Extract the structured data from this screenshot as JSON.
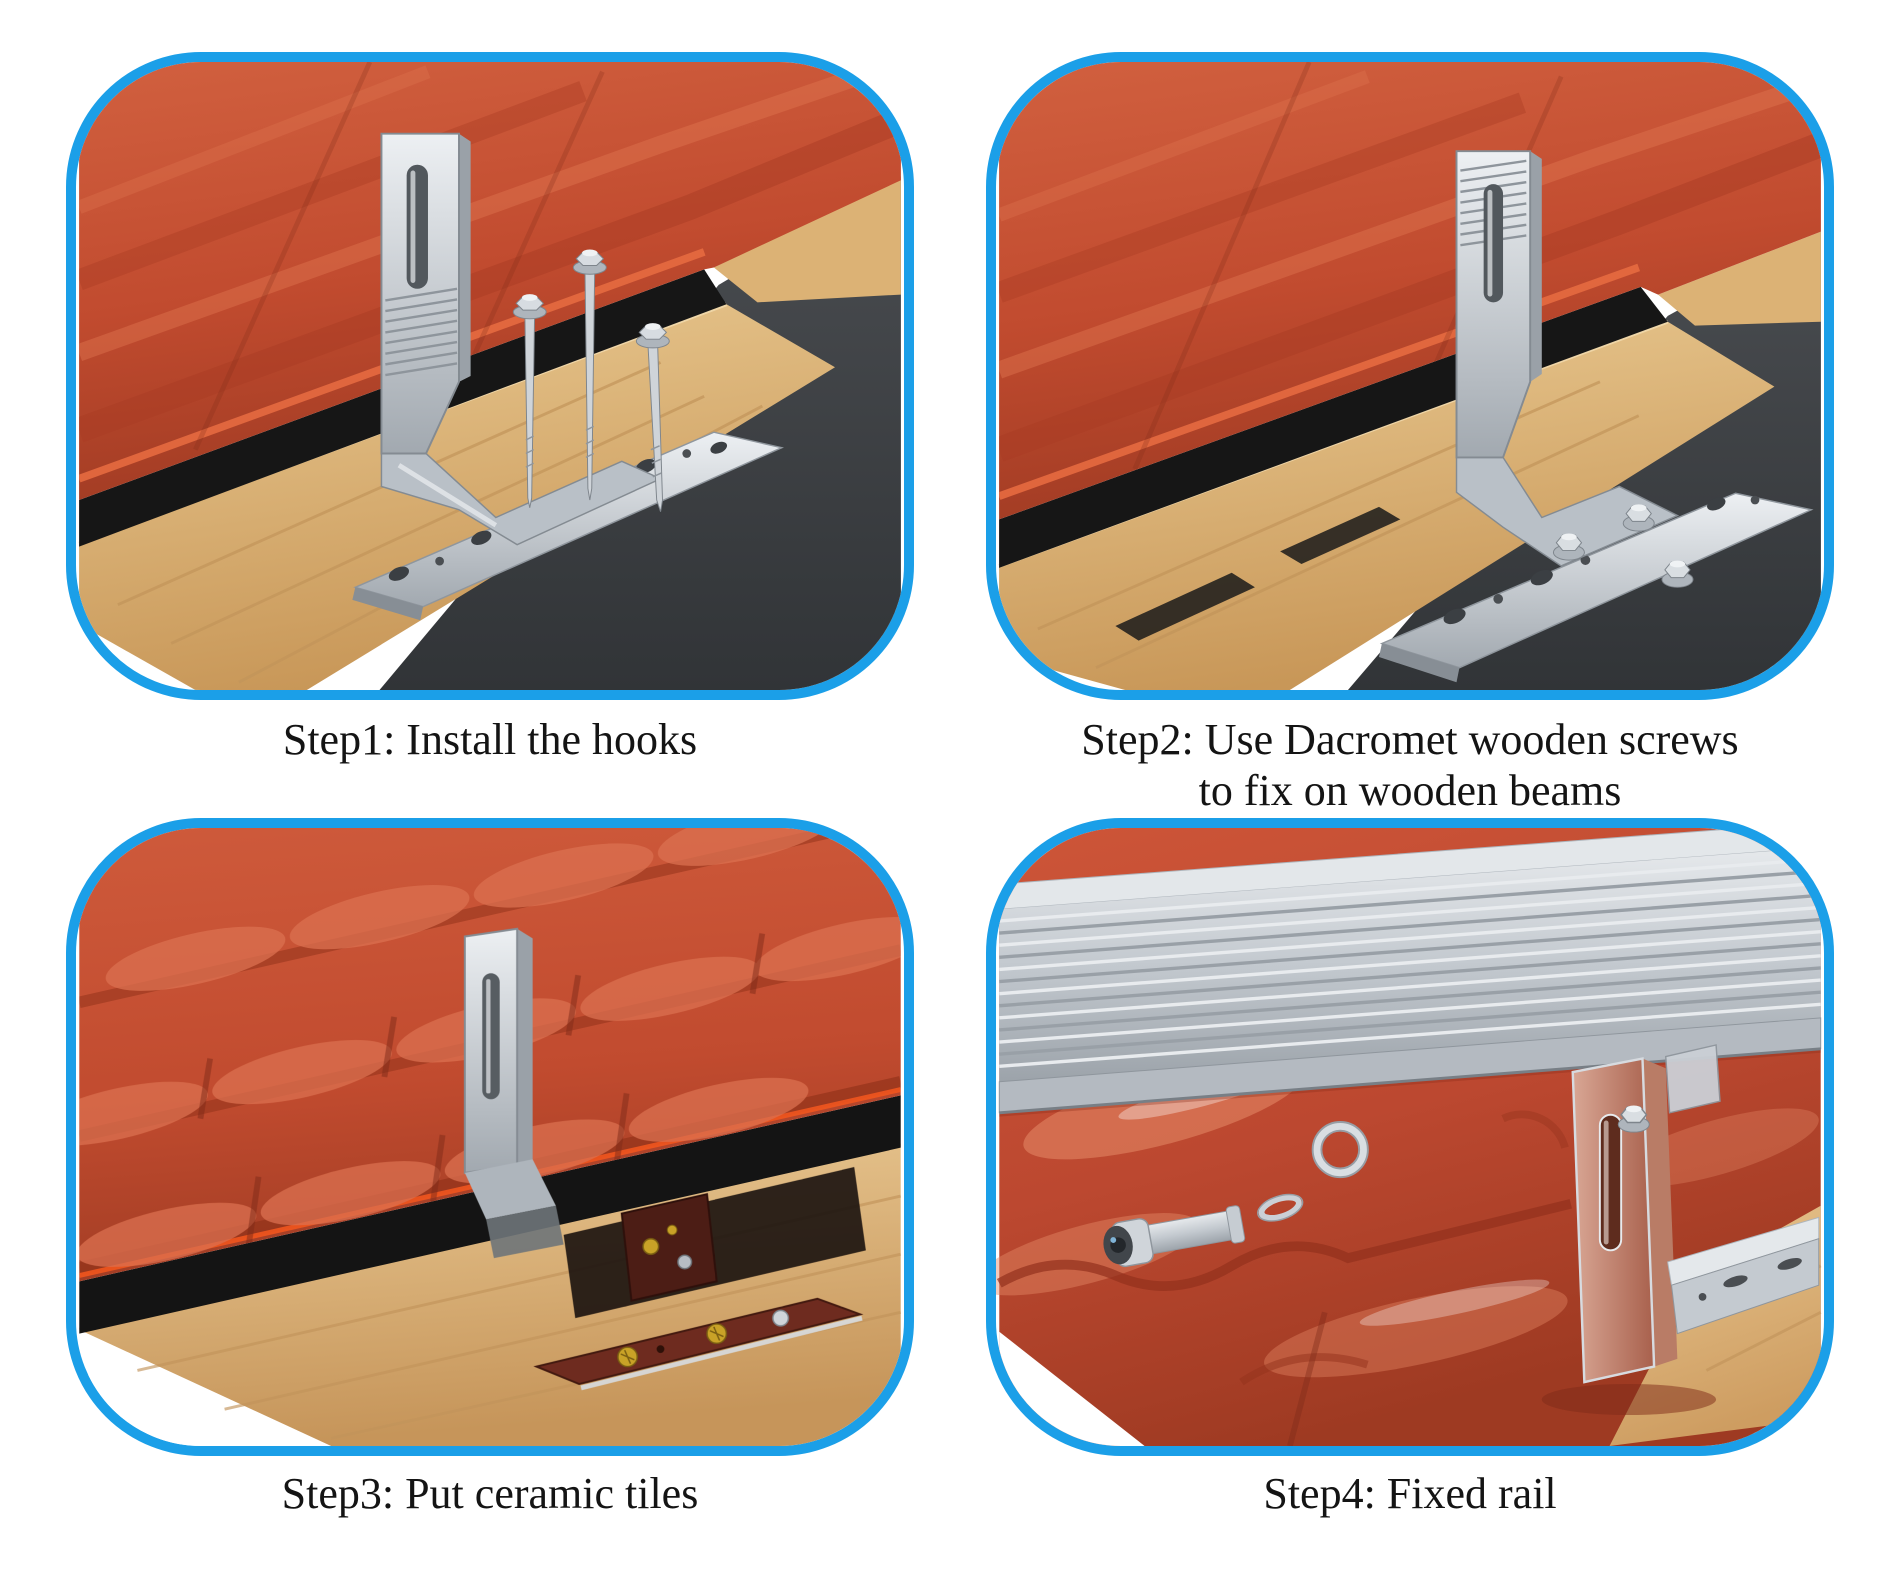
{
  "page": {
    "background_color": "#ffffff",
    "type": "installation-instructions"
  },
  "style": {
    "panel_border_color": "#1B9FE8",
    "caption_color": "#141414",
    "tile_red": "#C14B2F",
    "tile_highlight": "#DE7352",
    "tile_shadow": "#8E3018",
    "eave_orange": "#F0551E",
    "wood_tan": "#DDB77D",
    "wood_grain": "#C2945A",
    "membrane_gray": "#434649",
    "metal_light": "#D7DBE0",
    "metal_mid": "#AEB5BC",
    "metal_dark": "#7E858C",
    "bracket_brown": "#5E241D",
    "screw_gold": "#C9A227"
  },
  "steps": [
    {
      "caption": "Step1: Install the hooks"
    },
    {
      "caption": "Step2: Use Dacromet wooden screws\nto fix on wooden beams"
    },
    {
      "caption": "Step3: Put ceramic tiles"
    },
    {
      "caption": "Step4: Fixed rail"
    }
  ]
}
